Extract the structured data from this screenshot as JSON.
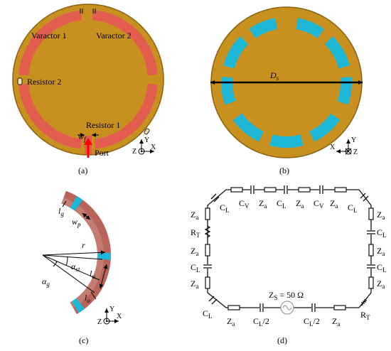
{
  "panels": {
    "a": {
      "caption": "(a)",
      "labels": {
        "varactor1": "Varactor 1",
        "varactor2": "Varactor 2",
        "resistor2": "Resistor 2",
        "resistor1": "Resistor 1",
        "port": "Port",
        "wf_main": "w",
        "wf_sub": "f"
      },
      "axes": {
        "z": "Z",
        "y": "Y",
        "x": "X"
      }
    },
    "b": {
      "caption": "(b)",
      "labels": {
        "ds_main": "D",
        "ds_sub": "s"
      },
      "axes": {
        "z": "Z",
        "y": "Y",
        "x": "X"
      }
    },
    "c": {
      "caption": "(c)",
      "labels": {
        "lg_main": "l",
        "lg_sub": "g",
        "wp_main": "w",
        "wp_sub": "p",
        "r": "r",
        "as_main": "α",
        "as_sub": "st",
        "lu_main": "l",
        "lu_sub": "u",
        "ag_main": "α",
        "ag_sub": "g",
        "lo_main": "l",
        "lo_sub": "o"
      },
      "axes": {
        "z": "Z",
        "y": "Y",
        "x": "X"
      }
    },
    "d": {
      "caption": "(d)",
      "top_row": [
        "C",
        "C",
        "Z",
        "C",
        "Z",
        "C",
        "Z"
      ],
      "top_row_subs": [
        "L",
        "V",
        "a",
        "L",
        "a",
        "V",
        "a"
      ],
      "labels": {
        "c_main": "C",
        "l_sub": "L",
        "v_sub": "V",
        "z_main": "Z",
        "a_sub": "a",
        "r_main": "R",
        "t_sub": "T",
        "half": "/2",
        "zs_main": "Z",
        "zs_sub": "S",
        "zs_value": "= 50 Ω"
      }
    }
  },
  "colors": {
    "board": "#c8901f",
    "board_edge": "#8a6212",
    "strip_top": "#e35d4f",
    "strip_bottom": "#1eb7d6",
    "strip_side": "#b8645a",
    "port_arrow": "#ff0000"
  }
}
